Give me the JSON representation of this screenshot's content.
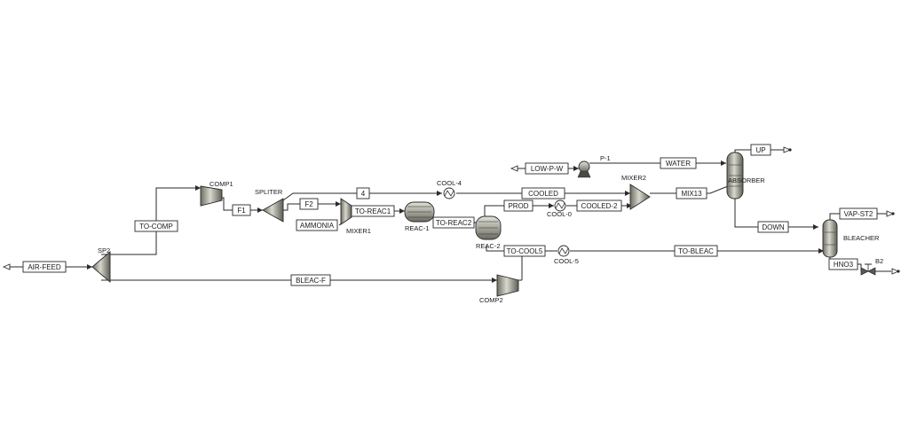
{
  "streams": {
    "air_feed": "AIR-FEED",
    "to_comp": "TO-COMP",
    "f1": "F1",
    "f2": "F2",
    "s4": "4",
    "ammonia": "AMMONIA",
    "to_reac1": "TO-REAC1",
    "to_reac2": "TO-REAC2",
    "prod": "PROD",
    "cooled": "COOLED",
    "cooled_2": "COOLED-2",
    "low_p_w": "LOW-P-W",
    "water": "WATER",
    "mix13": "MIX13",
    "up": "UP",
    "down": "DOWN",
    "vap_st2": "VAP-ST2",
    "to_cool5": "TO-COOL5",
    "to_bleac": "TO-BLEAC",
    "hno3": "HNO3",
    "bleac_f": "BLEAC-F"
  },
  "blocks": {
    "comp1": "COMP1",
    "spliter": "SPLITER",
    "mixer1": "MIXER1",
    "reac1": "REAC-1",
    "reac2": "REAC-2",
    "cool4": "COOL-4",
    "cool0": "COOL-0",
    "cool5": "COOL-5",
    "p1": "P-1",
    "mixer2": "MIXER2",
    "absorber": "ABSORBER",
    "bleacher": "BLEACHER",
    "b2": "B2",
    "sp2": "SP2",
    "comp2": "COMP2"
  }
}
